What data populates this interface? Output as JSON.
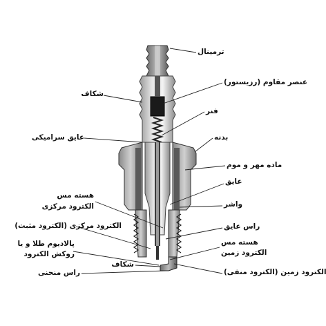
{
  "diagram": {
    "subject": "spark-plug-cross-section",
    "labels": {
      "terminal": "ترمینال",
      "resistor": "عنصر مقاوم (رزیستور)",
      "shell": "شکاف",
      "spring": "فنر",
      "body": "بدنه",
      "ceramic_insulator": "عایق سرامیکی",
      "sealing_material": "ماده مهر و موم",
      "insulator": "عایق",
      "copper_core_center_l1": "هسته مس",
      "copper_core_center_l2": "الکترود مرکزی",
      "washer": "واشر",
      "center_electrode": "الکترود مرکزی (الکترود مثبت)",
      "insulator_tip": "راس عایق",
      "copper_core_ground_l1": "هسته مس",
      "copper_core_ground_l2": "الکترود زمین",
      "plating_l1": "پالادیوم طلا و یا",
      "plating_l2": "روکش الکترود",
      "gap": "شکاف",
      "ground_electrode": "الکترود زمین (الکترود منفی)",
      "bent_tip": "راس منحنی"
    }
  }
}
